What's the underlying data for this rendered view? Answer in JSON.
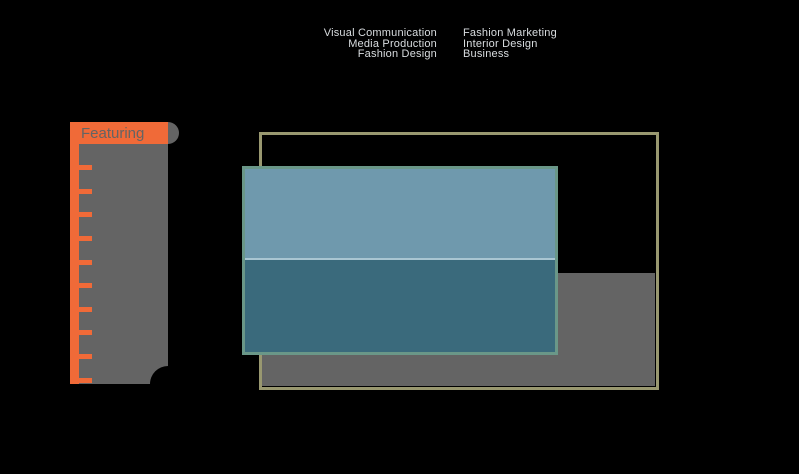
{
  "courses": {
    "left": [
      "Visual Communication",
      "Media Production",
      "Fashion Design"
    ],
    "right": [
      "Fashion Marketing",
      "Interior Design",
      "Business"
    ]
  },
  "featuring": {
    "label": "Featuring",
    "tick_count": 10
  },
  "colors": {
    "background": "#000000",
    "accent": "#f06a38",
    "panel": "#646464",
    "frame_border": "#999870",
    "media_top": "#6f99ad",
    "media_bottom": "#3a6a7c",
    "media_border": "#6a9788"
  }
}
